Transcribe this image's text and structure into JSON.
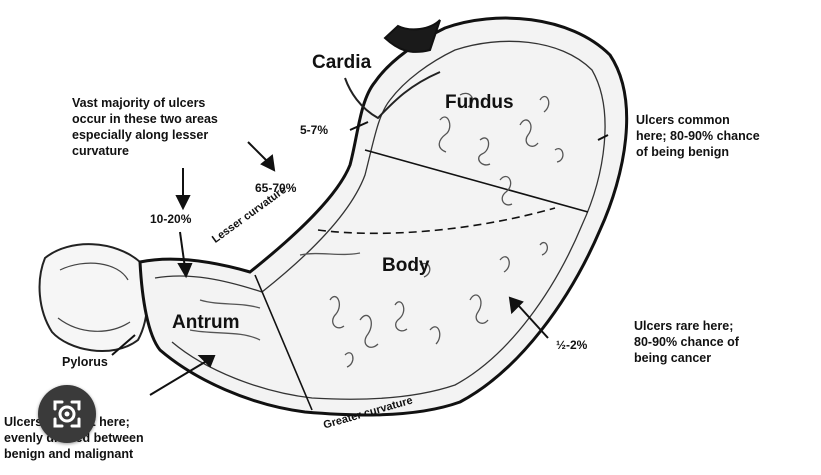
{
  "diagram": {
    "regions": {
      "cardia": "Cardia",
      "fundus": "Fundus",
      "body": "Body",
      "antrum": "Antrum",
      "pylorus": "Pylorus"
    },
    "curvatures": {
      "lesser": "Lesser curvature",
      "greater": "Greater curvature"
    },
    "percentages": {
      "cardia": "5-7%",
      "lesser_curve": "65-70%",
      "antrum": "10-20%",
      "greater_curve": "½-2%"
    },
    "notes": {
      "majority": "Vast majority of ulcers\noccur in these two areas\nespecially along lesser\ncurvature",
      "fundus_common": "Ulcers common\nhere; 80-90% chance\nof being benign",
      "rare_cancer": "Ulcers rare here;\n80-90% chance of\nbeing cancer",
      "antrum_frequent": "Ulcers frequent here;\nevenly divided between\nbenign and malignant"
    }
  },
  "overlay": {
    "lens_icon": "lens-icon",
    "background": "#3a3a3a"
  }
}
